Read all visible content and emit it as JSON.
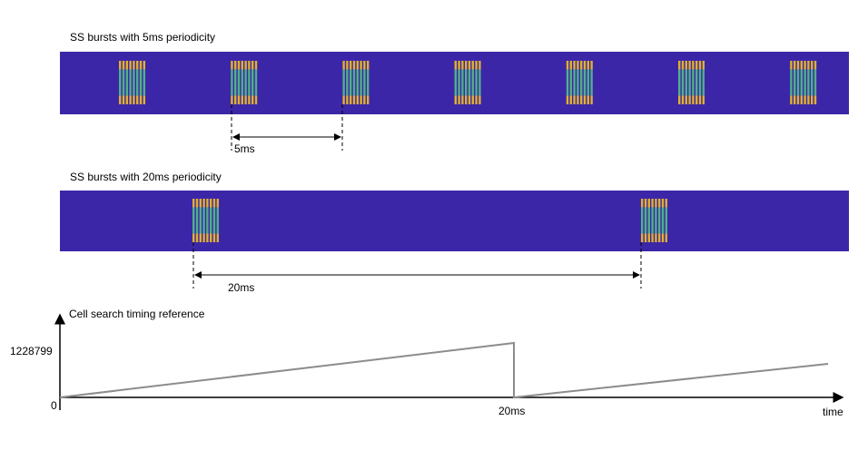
{
  "top": {
    "title": "SS bursts with 5ms periodicity",
    "interval_label": "5ms",
    "burst_count": 7
  },
  "middle": {
    "title": "SS bursts with 20ms periodicity",
    "interval_label": "20ms",
    "burst_count": 2
  },
  "bottom": {
    "title": "Cell search timing reference",
    "y_max_label": "1228799",
    "y_zero_label": "0",
    "x_mark_label": "20ms",
    "x_axis_label": "time"
  },
  "colors": {
    "band": "#3c26a8",
    "beam_edge": "#e0b030",
    "beam_mid": "#4fb08a",
    "ramp": "#8c8c8c"
  }
}
